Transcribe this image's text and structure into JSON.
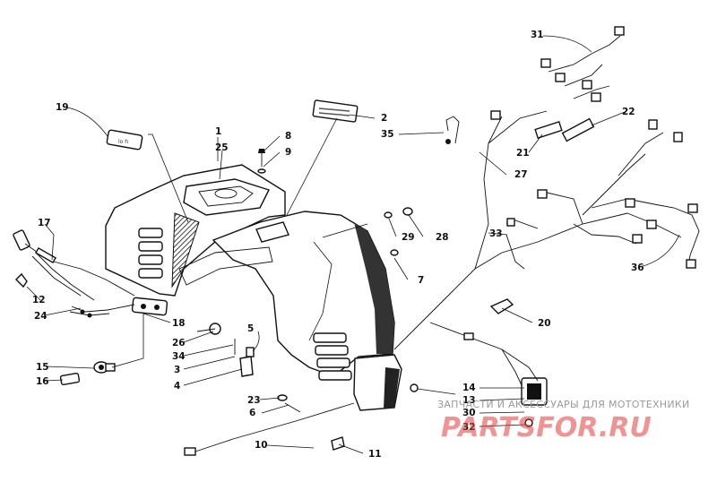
{
  "diagram": {
    "callouts": [
      "1",
      "2",
      "3",
      "4",
      "5",
      "6",
      "7",
      "8",
      "9",
      "10",
      "11",
      "12",
      "13",
      "14",
      "15",
      "16",
      "17",
      "18",
      "19",
      "20",
      "21",
      "22",
      "23",
      "24",
      "25",
      "26",
      "27",
      "28",
      "29",
      "30",
      "31",
      "32",
      "33",
      "34",
      "35",
      "36"
    ]
  },
  "watermark": {
    "tagline": "ЗАПЧАСТИ И АКСЕССУАРЫ ДЛЯ МОТОТЕХНИКИ",
    "brand": "PARTSFOR.RU"
  }
}
